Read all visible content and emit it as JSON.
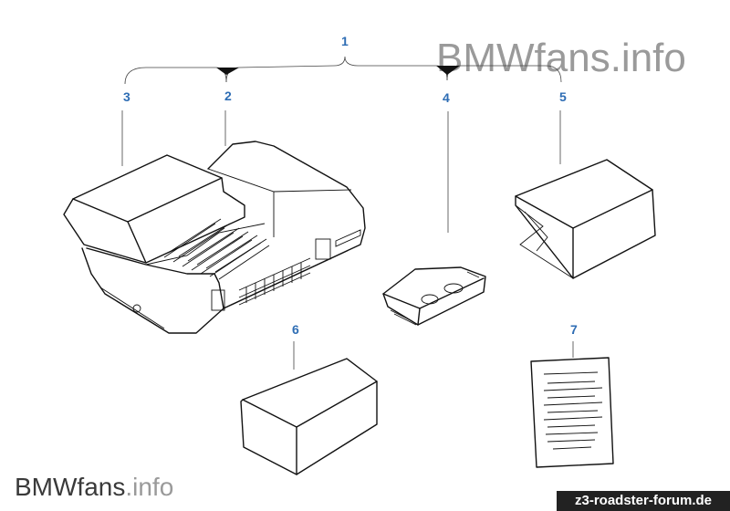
{
  "callouts": {
    "c1": "1",
    "c2": "2",
    "c3": "3",
    "c4": "4",
    "c5": "5",
    "c6": "6",
    "c7": "7"
  },
  "watermarks": {
    "top_right_main": "BMWfans",
    "top_right_suffix": ".info",
    "bottom_left_main": "BMWfans",
    "bottom_left_suffix": ".info",
    "forum": "z3-roadster-forum.de"
  },
  "colors": {
    "callout": "#2e6db4",
    "watermark": "#9a9a9a",
    "banner_bg": "#222222",
    "banner_text": "#ffffff",
    "line_art": "#111111"
  }
}
